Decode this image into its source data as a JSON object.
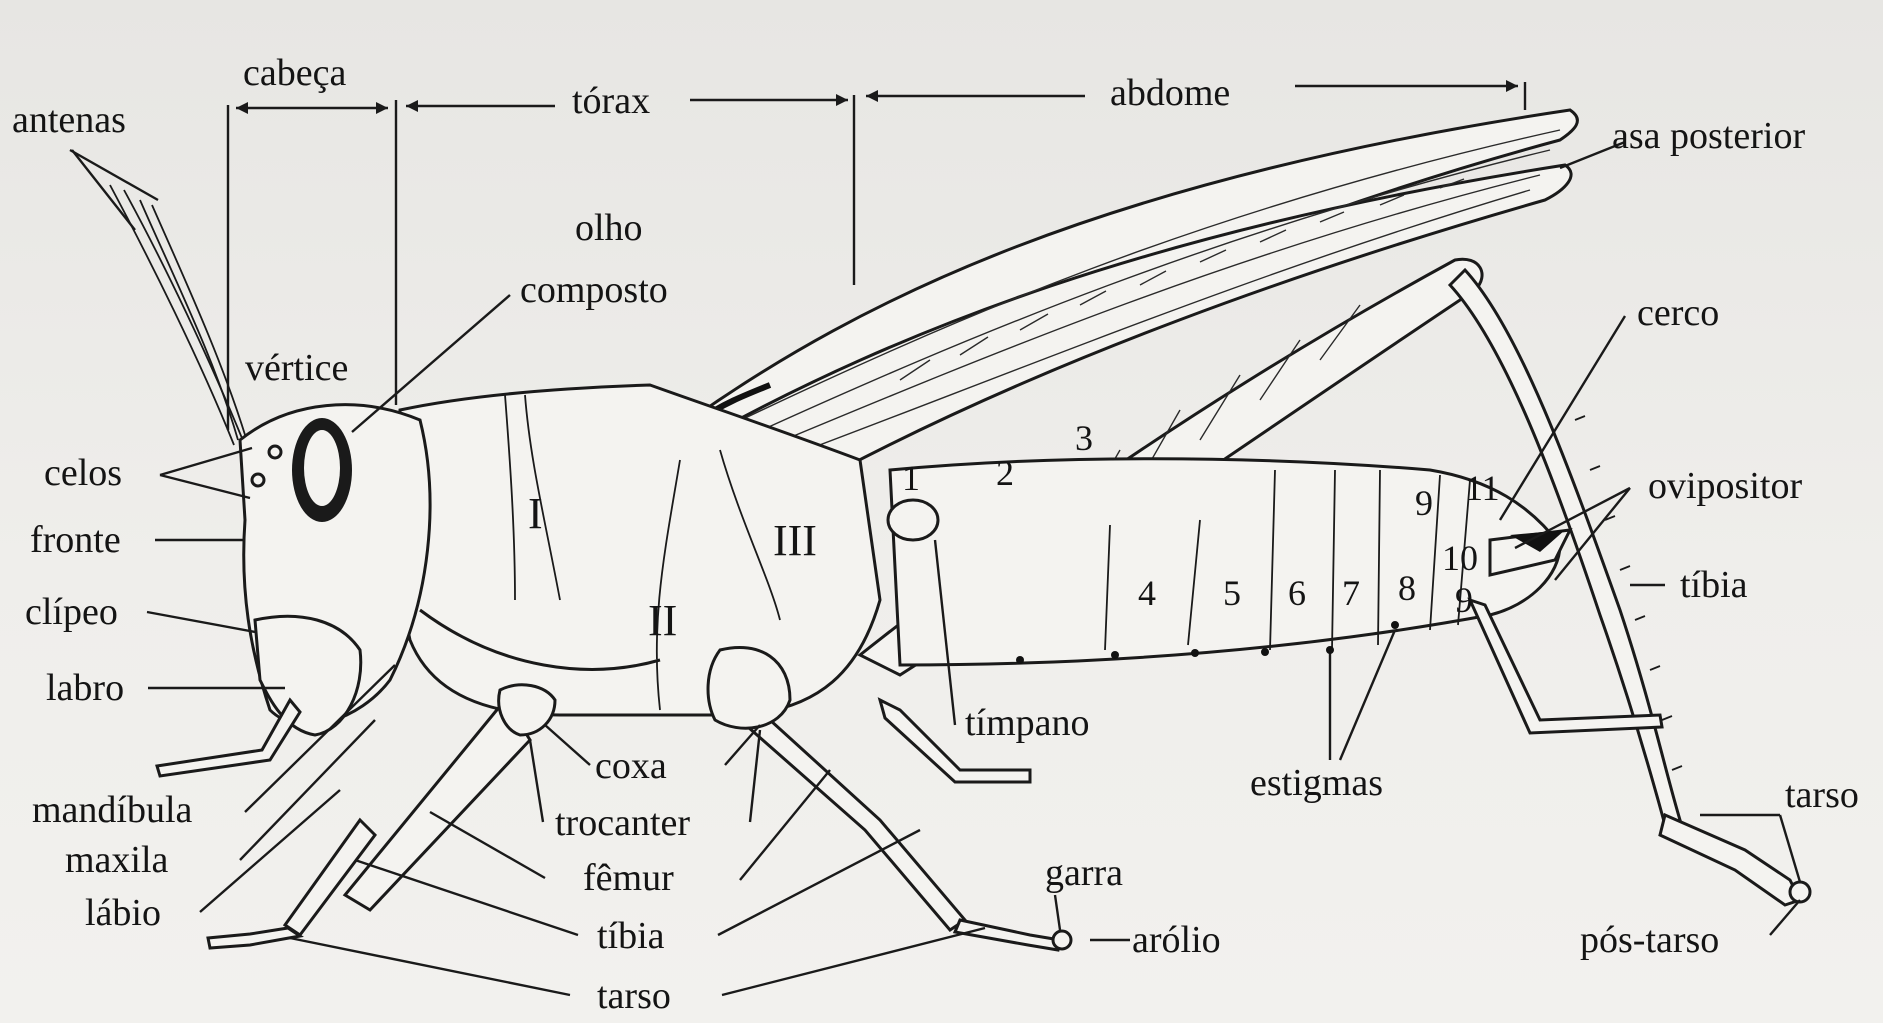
{
  "regions": {
    "head": "cabeça",
    "thorax": "tórax",
    "abdomen": "abdome"
  },
  "labels": {
    "antenas": "antenas",
    "celos": "celos",
    "fronte": "fronte",
    "clipeo": "clípeo",
    "labro": "labro",
    "mandibula": "mandíbula",
    "maxila": "maxila",
    "labio": "lábio",
    "olho": "olho",
    "composto": "composto",
    "vertice": "vértice",
    "asa_posterior": "asa posterior",
    "cerco": "cerco",
    "ovipositor": "ovipositor",
    "tibia_right": "tíbia",
    "tarso_right": "tarso",
    "pos_tarso": "pós-tarso",
    "timpano": "tímpano",
    "estigmas": "estigmas",
    "coxa": "coxa",
    "trocanter": "trocanter",
    "femur": "fêmur",
    "tibia_bottom": "tíbia",
    "tarso_bottom": "tarso",
    "garra": "garra",
    "arolio": "arólio"
  },
  "thorax_segments": [
    "I",
    "II",
    "III"
  ],
  "segment_numbers": {
    "s1": "1",
    "s2": "2",
    "s3": "3",
    "s4": "4",
    "s5": "5",
    "s6": "6",
    "s7": "7",
    "s8": "8",
    "s9a": "9",
    "s9b": "9",
    "s10": "10",
    "s11": "11"
  }
}
